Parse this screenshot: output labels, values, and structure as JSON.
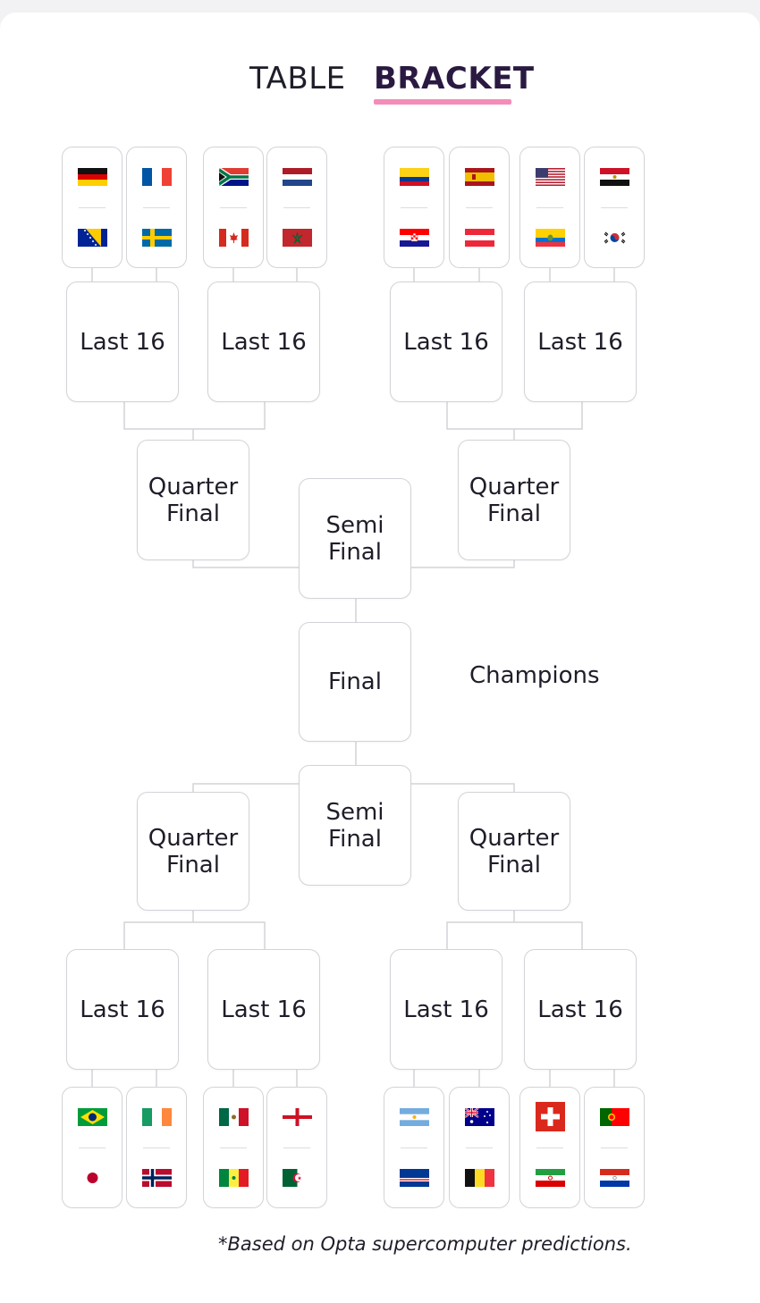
{
  "tabs": {
    "table": "TABLE",
    "bracket": "BRACKET",
    "active": "bracket"
  },
  "accent_color": "#f38cb9",
  "rounds": {
    "last16": "Last 16",
    "quarter_final": "Quarter\nFinal",
    "semi_final": "Semi\nFinal",
    "final": "Final"
  },
  "champions_label": "Champions",
  "footnote": "*Based on Opta supercomputer predictions.",
  "matches_top": [
    [
      "germany",
      "bosnia"
    ],
    [
      "france",
      "sweden"
    ],
    [
      "south-africa",
      "canada"
    ],
    [
      "netherlands",
      "morocco"
    ],
    [
      "colombia",
      "croatia"
    ],
    [
      "spain",
      "austria"
    ],
    [
      "usa",
      "ecuador"
    ],
    [
      "egypt",
      "south-korea"
    ]
  ],
  "matches_bottom": [
    [
      "brazil",
      "japan"
    ],
    [
      "ireland",
      "norway"
    ],
    [
      "mexico",
      "senegal"
    ],
    [
      "england",
      "algeria"
    ],
    [
      "argentina",
      "cape-verde"
    ],
    [
      "australia",
      "belgium"
    ],
    [
      "switzerland",
      "iran"
    ],
    [
      "portugal",
      "paraguay"
    ]
  ]
}
